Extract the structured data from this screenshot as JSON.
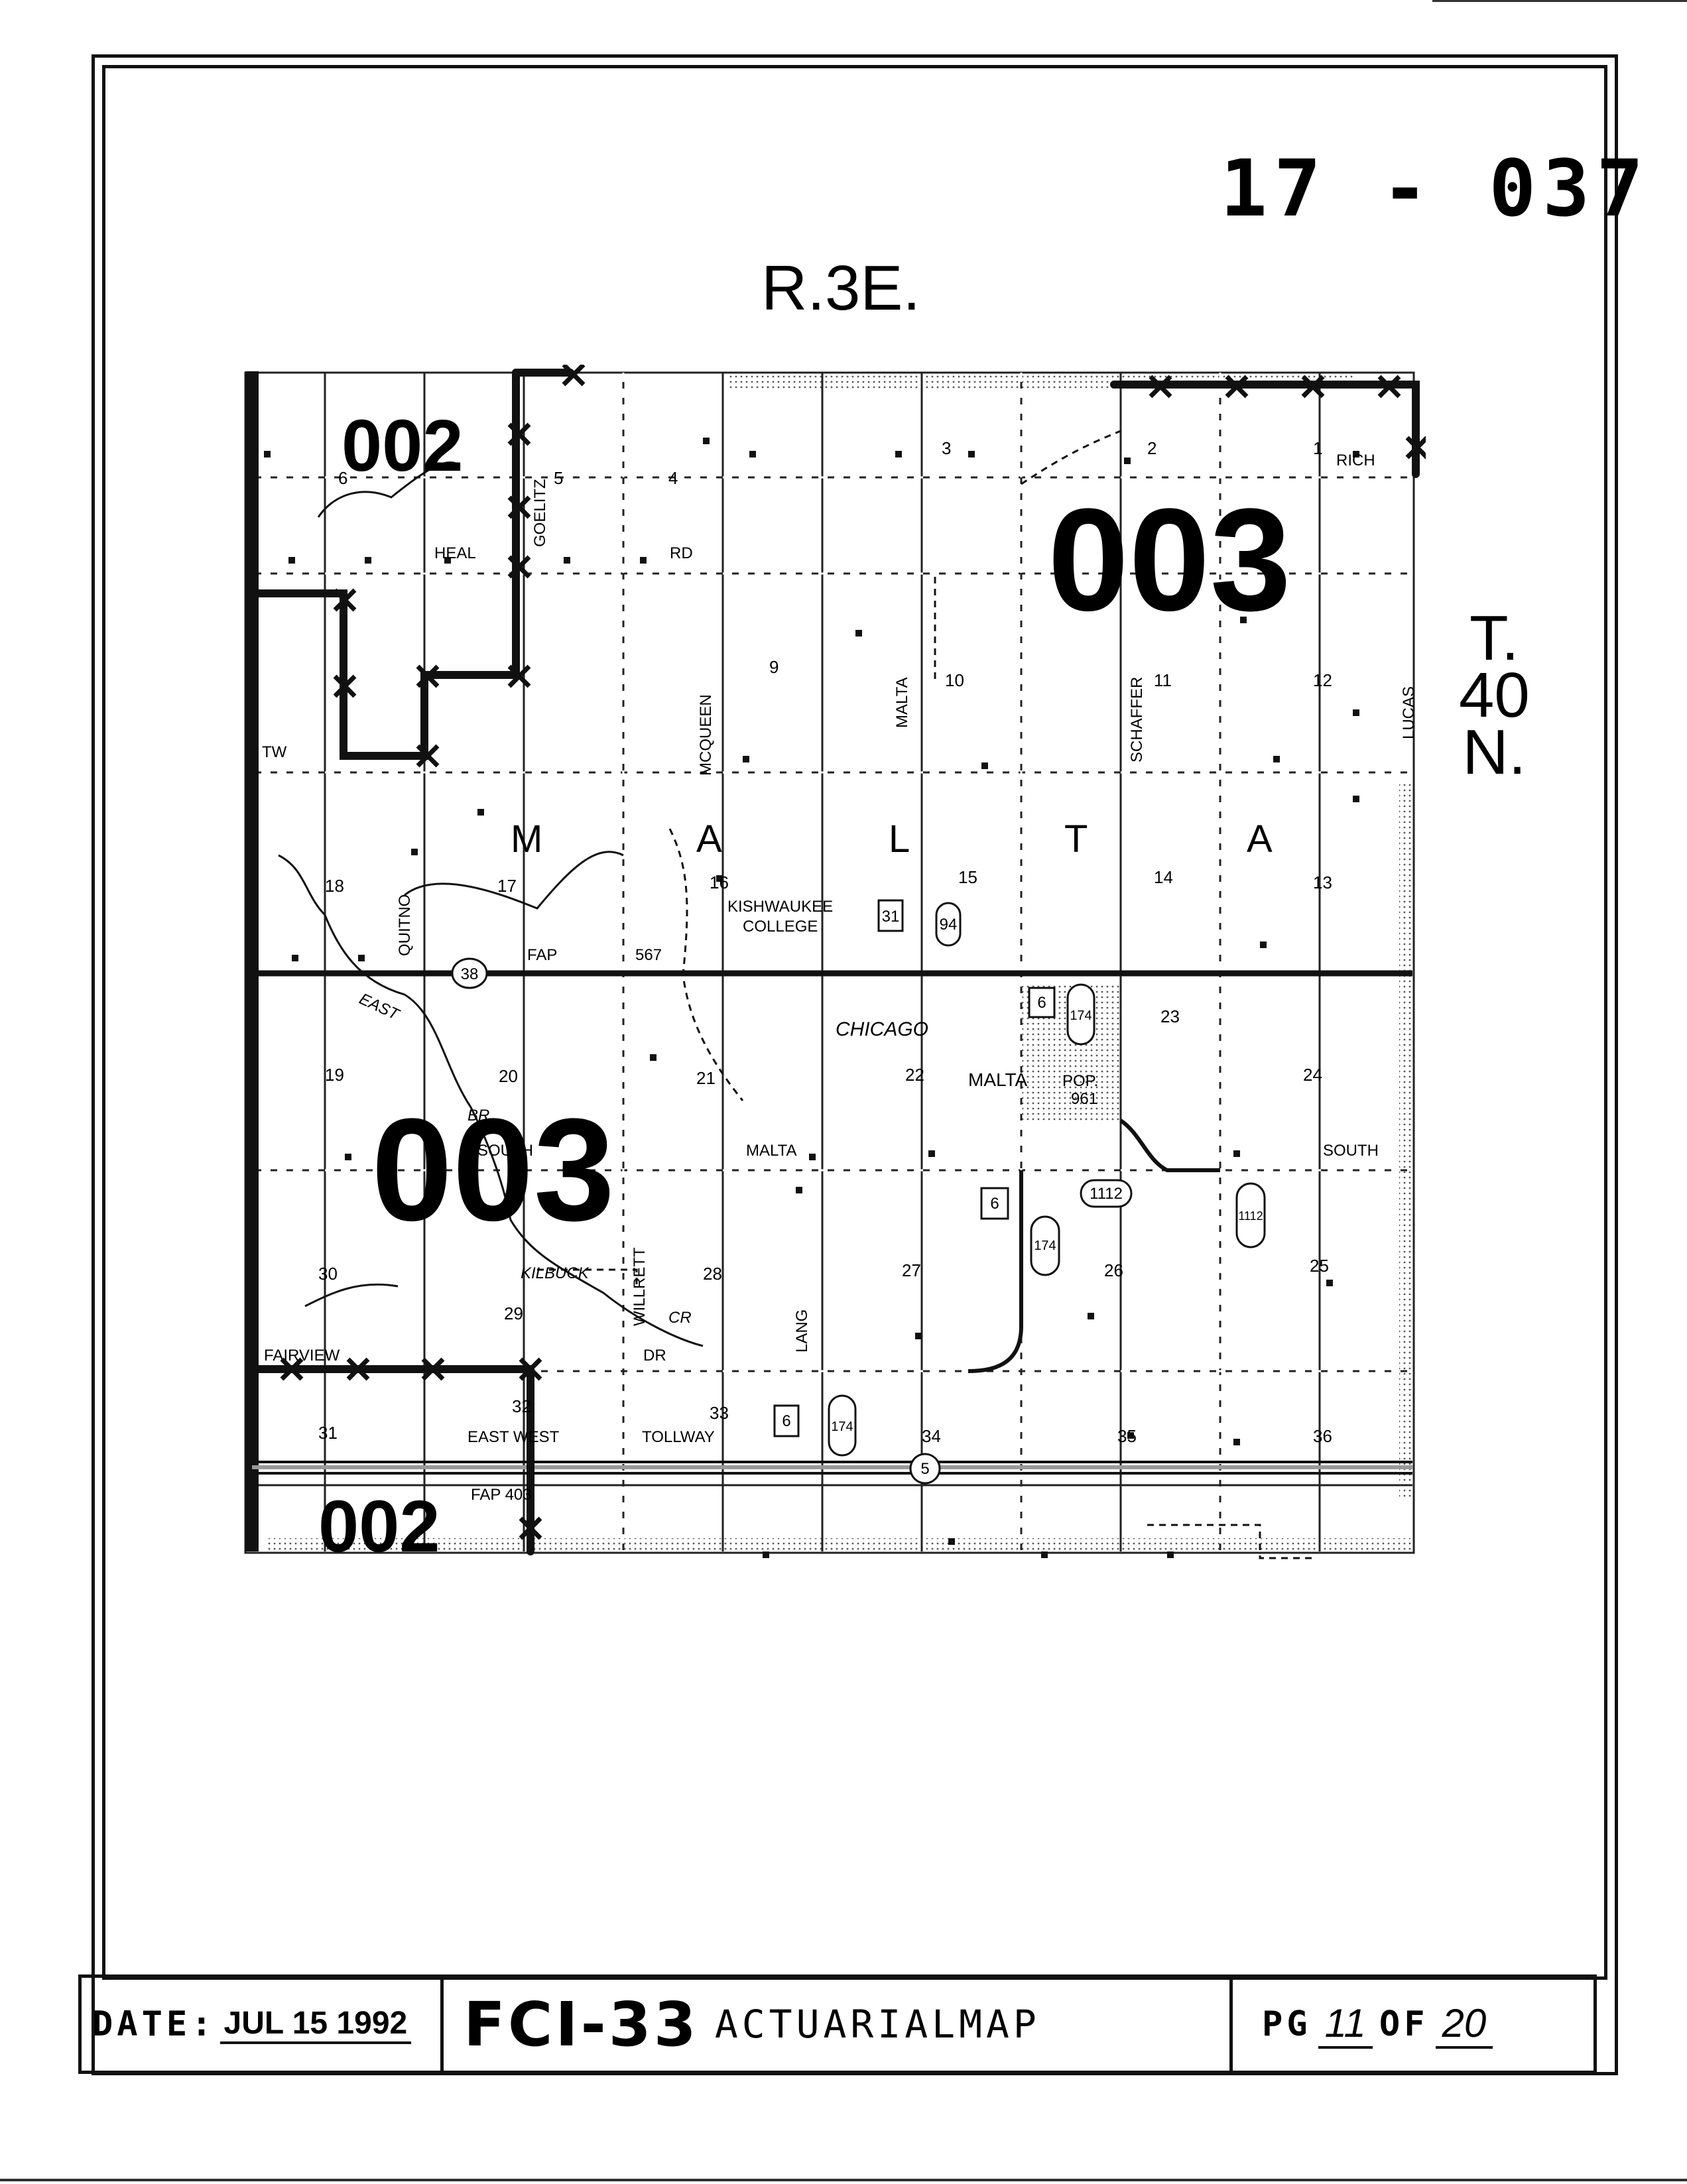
{
  "document_number": "17 - 037",
  "range_label": "R.3E.",
  "township_label": [
    "T.",
    "40",
    "N."
  ],
  "footer": {
    "date_label": "DATE:",
    "date_value": "JUL 15 1992",
    "title_main": "FCI-33",
    "title_sub": "ACTUARIALMAP",
    "page_label": "PG",
    "page_num": "11",
    "page_of": "OF",
    "page_total": "20"
  },
  "map": {
    "town_letters": [
      "M",
      "A",
      "L",
      "T",
      "A"
    ],
    "zone_labels": [
      "002",
      "003",
      "003",
      "002"
    ],
    "sections": [
      "6",
      "5",
      "4",
      "3",
      "2",
      "1",
      "9",
      "10",
      "11",
      "12",
      "18",
      "17",
      "16",
      "15",
      "14",
      "13",
      "19",
      "20",
      "21",
      "22",
      "23",
      "24",
      "30",
      "29",
      "28",
      "27",
      "26",
      "25",
      "31",
      "32",
      "33",
      "34",
      "35",
      "36"
    ],
    "roads": {
      "rich": "RICH",
      "heal": "HEAL",
      "rd": "RD",
      "goelitz": "GOELITZ",
      "mcqueen": "MCQUEEN",
      "malta": "MALTA",
      "schaffer": "SCHAFFER",
      "lucas": "LUCAS",
      "tw": "TW",
      "quitno": "QUITNO",
      "fap": "FAP",
      "fap_num": "567",
      "kishwaukee": "KISHWAUKEE",
      "college": "COLLEGE",
      "chicago": "CHICAGO",
      "malta_town": "MALTA",
      "pop": "POP.",
      "pop_num": "961",
      "south": "SOUTH",
      "south2": "SOUTH",
      "malta_rd": "MALTA",
      "kilbuck": "KILBUCK",
      "cr": "CR",
      "willrett": "WILLRETT",
      "lang": "LANG",
      "fairview": "FAIRVIEW",
      "dr": "DR",
      "east": "EAST",
      "br": "BR",
      "east_west": "EAST WEST",
      "tollway": "TOLLWAY",
      "fap403": "FAP 403"
    },
    "shields": {
      "r38": "38",
      "r31": "31",
      "r94": "94",
      "r6a": "6",
      "r174a": "174",
      "r1112a": "1112",
      "r6b": "6",
      "r174b": "174",
      "r1112b": "1112",
      "r6c": "6",
      "r174c": "174",
      "r5": "5"
    }
  }
}
